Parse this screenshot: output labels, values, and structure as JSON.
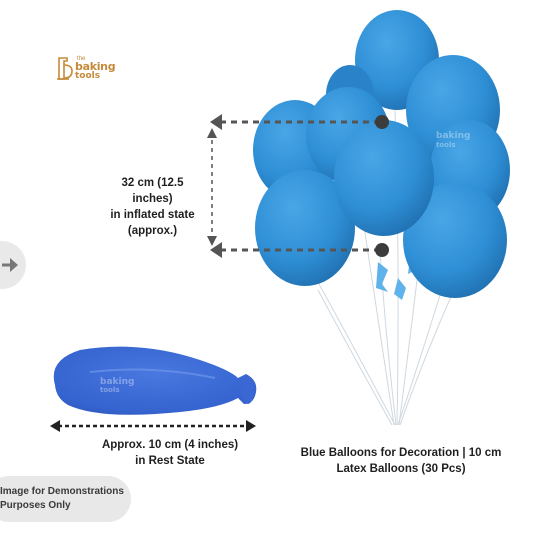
{
  "brand": {
    "logo_the": "the",
    "logo_baking": "baking",
    "logo_tools": "tools"
  },
  "measurement": {
    "inflated_line1": "32 cm (12.5 inches)",
    "inflated_line2": "in inflated state",
    "inflated_line3": "(approx.)",
    "rest_line1": "Approx. 10 cm (4 inches)",
    "rest_line2": "in Rest State"
  },
  "product": {
    "title_line1": "Blue Balloons for Decoration | 10 cm",
    "title_line2": "Latex Balloons (30 Pcs)"
  },
  "disclaimer": {
    "line1": "Image for Demonstrations",
    "line2": "Purposes Only"
  },
  "colors": {
    "balloon_blue": "#2f8fd6",
    "balloon_dark": "#1f74b8",
    "brand_gold": "#c58a3a",
    "arrow_gray": "#555555"
  },
  "icons": {
    "nav": "arrow-right-icon",
    "logo": "whisk-logo-icon"
  }
}
